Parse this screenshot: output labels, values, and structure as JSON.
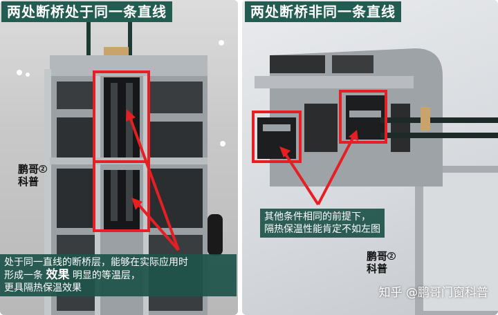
{
  "left": {
    "title": "两处断桥处于同一条直线",
    "caption_line1": "处于同一直线的断桥层，能够在实际应用时",
    "caption_line2a": "形成一条",
    "caption_line2b": "效果",
    "caption_line2c": "明显的等温层，",
    "caption_line3": "更具隔热保温效果",
    "watermark_line1": "鹏哥",
    "watermark_line2": "科普",
    "watermark_mark": "2"
  },
  "right": {
    "title": "两处断桥非同一条直线",
    "caption_line1": "其他条件相同的前提下，",
    "caption_line2": "隔热保温性能肯定不如左图",
    "watermark_line1": "鹏哥",
    "watermark_line2": "科普",
    "watermark_mark": "2",
    "credit": "知乎 @鹏哥门窗科普"
  },
  "colors": {
    "title_bg": "#235c50",
    "caption_bg": "#1f544a",
    "highlight": "#e51f24"
  }
}
